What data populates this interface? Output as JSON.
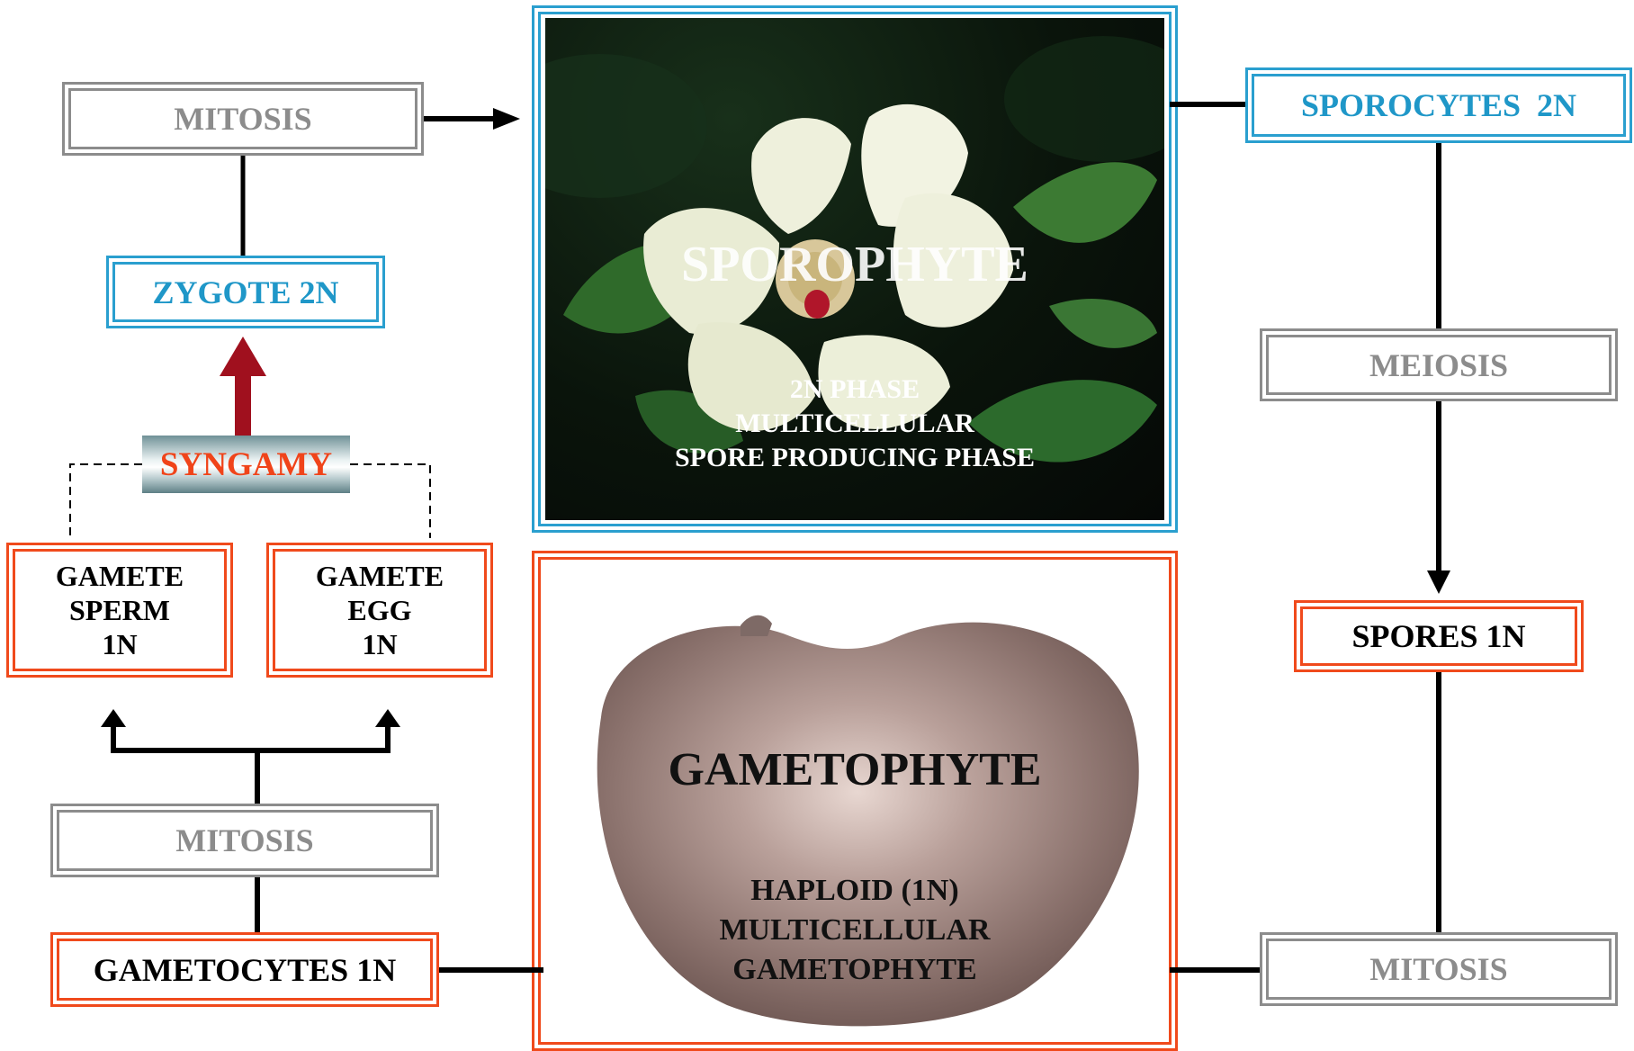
{
  "diagram": {
    "left": {
      "mitosis_top": "MITOSIS",
      "zygote": "ZYGOTE 2N",
      "syngamy": "SYNGAMY",
      "gamete_sperm": [
        "GAMETE",
        "SPERM",
        "1N"
      ],
      "gamete_egg": [
        "GAMETE",
        "EGG",
        "1N"
      ],
      "mitosis_bottom": "MITOSIS",
      "gametocytes": "GAMETOCYTES 1N"
    },
    "right": {
      "sporocytes": "SPOROCYTES  2N",
      "meiosis": "MEIOSIS",
      "spores": "SPORES 1N",
      "mitosis": "MITOSIS"
    },
    "sporophyte": {
      "title": "SPOROPHYTE",
      "lines": [
        "2N PHASE",
        "MULTICELLULAR",
        "SPORE PRODUCING PHASE"
      ]
    },
    "gametophyte": {
      "title": "GAMETOPHYTE",
      "lines": [
        "HAPLOID (1N)",
        "MULTICELLULAR",
        "GAMETOPHYTE"
      ]
    },
    "colors": {
      "blue": "#2a9fcf",
      "red": "#f04a1c",
      "gray": "#8c8c8c",
      "syngamy_arrow": "#a0101e"
    }
  }
}
